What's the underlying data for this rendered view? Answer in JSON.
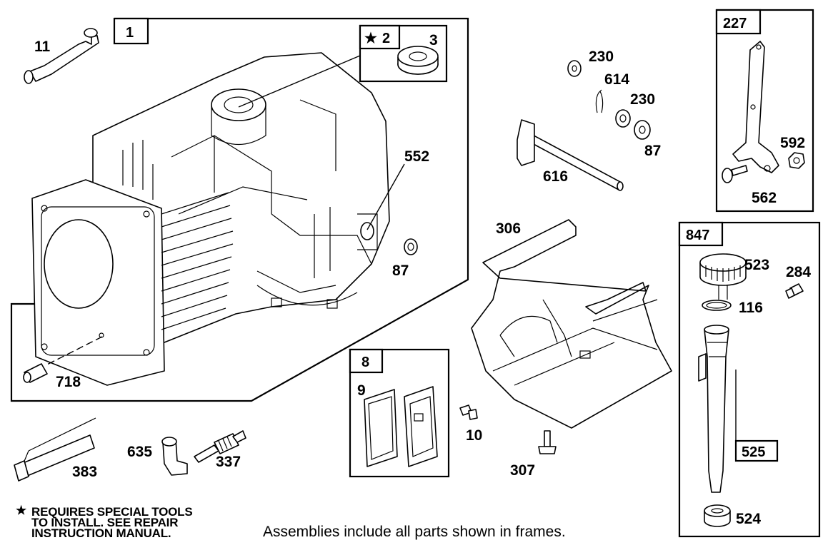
{
  "parts": {
    "p11": "11",
    "p1": "1",
    "p2": "2",
    "p3": "3",
    "p552": "552",
    "p87a": "87",
    "p718": "718",
    "p230a": "230",
    "p614": "614",
    "p230b": "230",
    "p87b": "87",
    "p616": "616",
    "p227": "227",
    "p592": "592",
    "p562": "562",
    "p306": "306",
    "p847": "847",
    "p523": "523",
    "p284": "284",
    "p116": "116",
    "p8": "8",
    "p9": "9",
    "p10": "10",
    "p307": "307",
    "p525": "525",
    "p524": "524",
    "p383": "383",
    "p635": "635",
    "p337": "337"
  },
  "symbols": {
    "star": "★"
  },
  "note": {
    "line1": "REQUIRES SPECIAL TOOLS",
    "line2": "TO INSTALL.  SEE REPAIR",
    "line3": "INSTRUCTION MANUAL."
  },
  "caption": "Assemblies include all parts shown in frames."
}
